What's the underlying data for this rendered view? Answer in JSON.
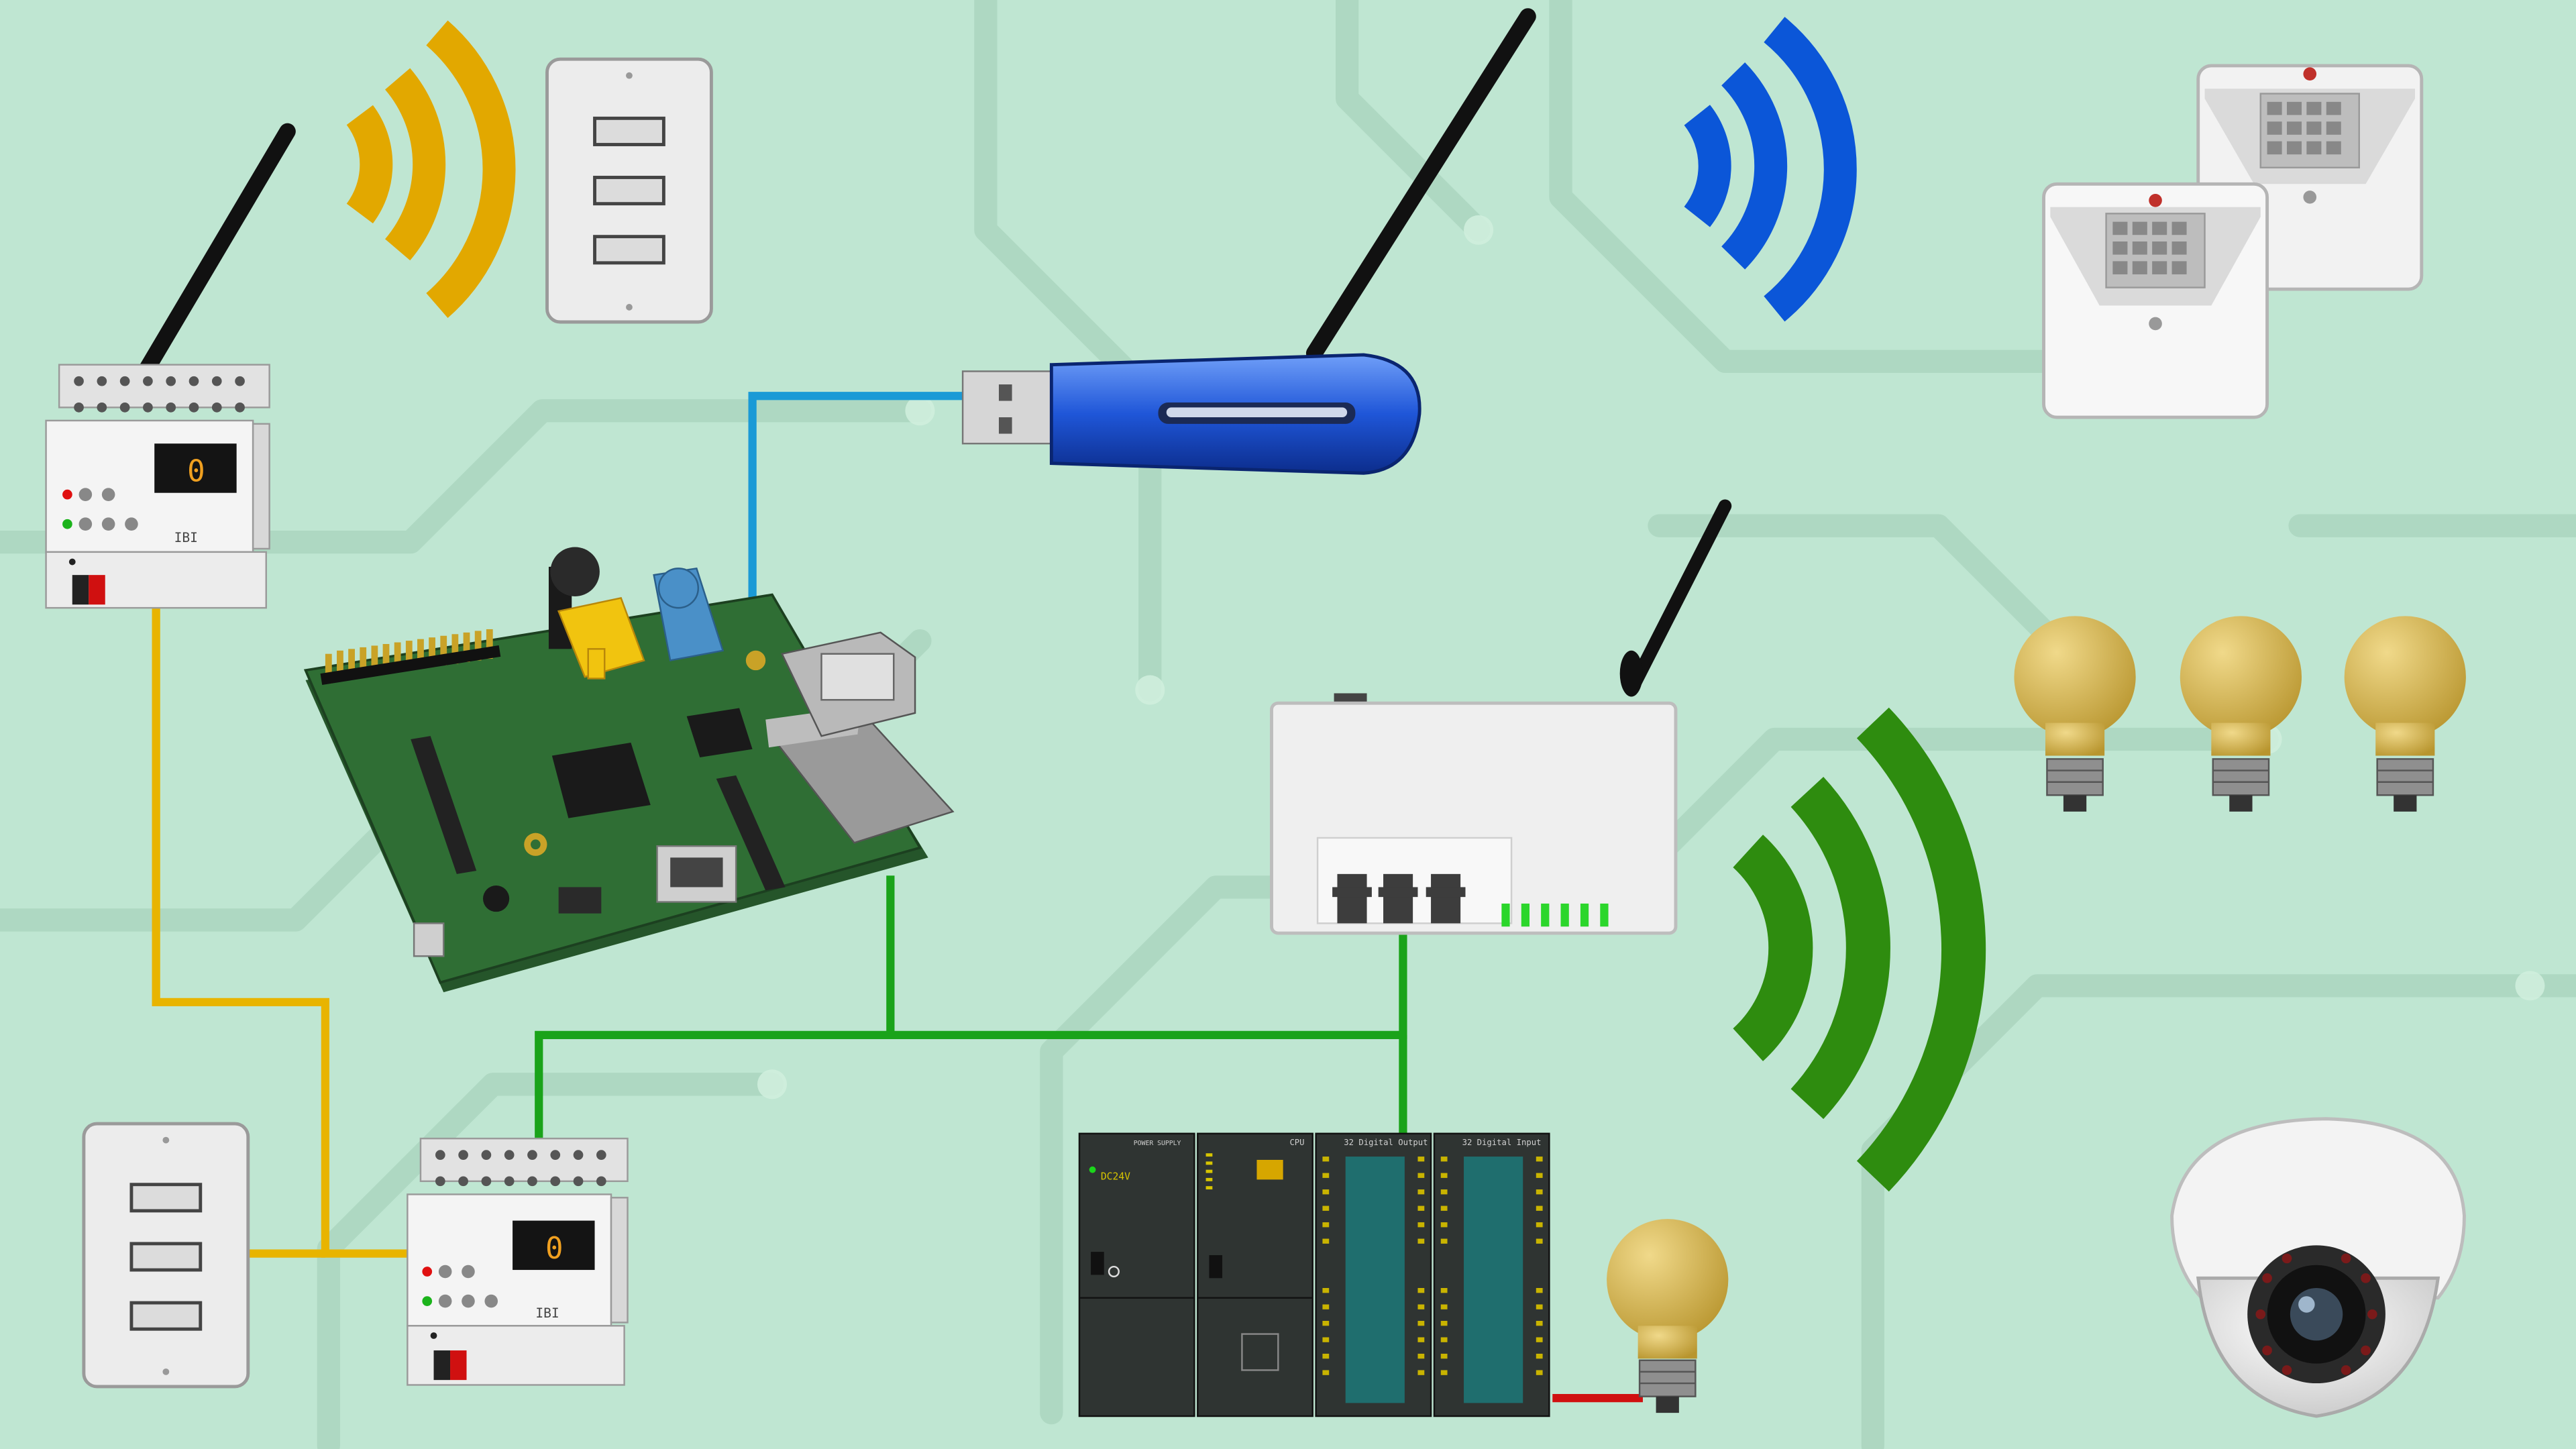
{
  "colors": {
    "background": "#bfe6d2",
    "circuit_trace": "#a9d3bd",
    "bus_yellow": "#e8b400",
    "ethernet_green": "#1aa31a",
    "usb_blue": "#1a9ad6",
    "output_red": "#d01010",
    "wifi_yellow": "#e2a800",
    "wifi_blue": "#0b56d8",
    "wifi_green": "#2e8c0f",
    "pcb_green": "#2f6e34",
    "bulb": "#d3b24a"
  },
  "icons": [
    "knx-module-radio-icon",
    "wifi-signal-yellow-icon",
    "wall-switch-top-icon",
    "usb-wifi-dongle-icon",
    "wifi-signal-blue-icon",
    "motion-sensor-icon",
    "raspberry-pi-board-icon",
    "wifi-router-icon",
    "wifi-signal-green-icon",
    "light-bulb-icon",
    "wall-switch-bottom-icon",
    "knx-module-icon",
    "plc-rack-icon",
    "dome-camera-icon"
  ],
  "labels": {
    "module_brand": "IBI",
    "module_display": "0",
    "plc_power_supply": "POWER SUPPLY",
    "plc_dc_voltage": "DC24V",
    "plc_cpu": "CPU",
    "plc_output": "32 Digital Output",
    "plc_input": "32 Digital Input"
  }
}
